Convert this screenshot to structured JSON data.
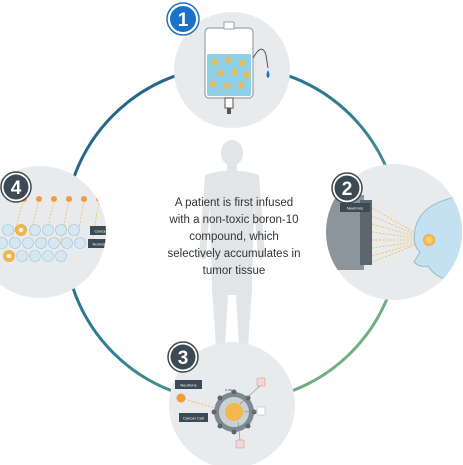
{
  "center_text": {
    "lines": [
      "A patient is first infused",
      "with a non-toxic boron-10",
      "compound, which",
      "selectively accumulates in",
      "tumor tissue"
    ]
  },
  "steps": [
    {
      "number": "1"
    },
    {
      "number": "2",
      "label": "Neutrons"
    },
    {
      "number": "3",
      "labels": [
        "Neutrons",
        "Cancer Cell"
      ]
    },
    {
      "number": "4",
      "labels": [
        "Cancer Cell",
        "Normal Cell"
      ]
    }
  ],
  "colors": {
    "ring_gradient_start": "#1f5c8a",
    "ring_gradient_end": "#8cc47b",
    "step1_badge": "#1a73c9",
    "step_badge": "#3b4a54",
    "boron_dot": "#f2b84b",
    "cell_blue": "#d7e7f2",
    "bubble_gray": "#e8eaeb"
  }
}
